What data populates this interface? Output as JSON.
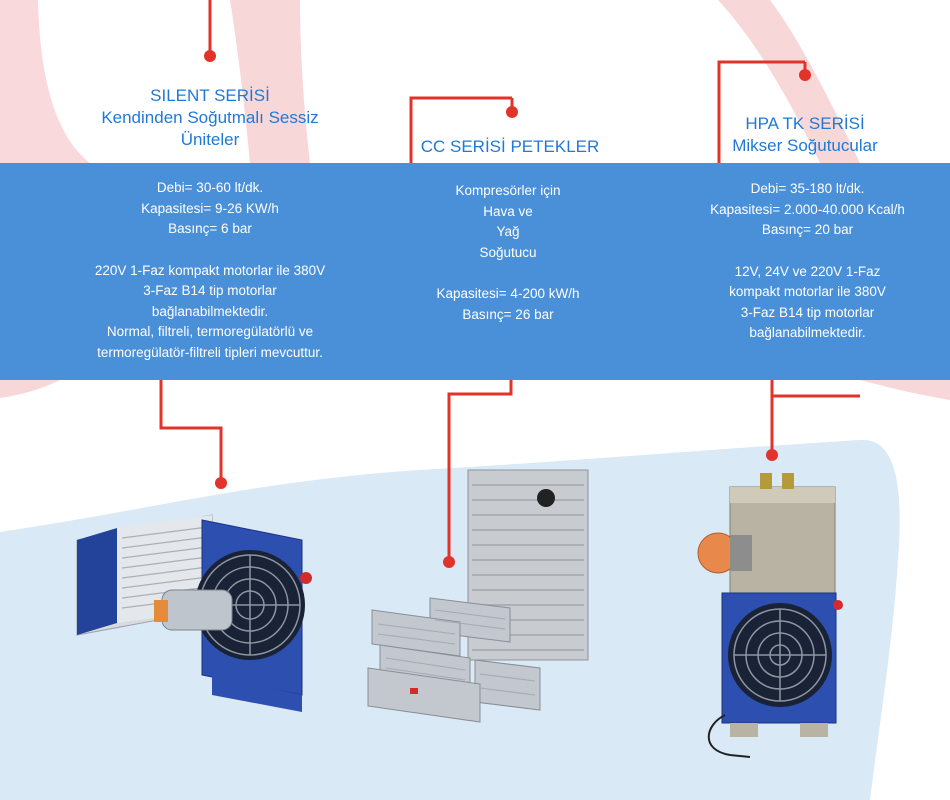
{
  "colors": {
    "band_blue": "#4a90d9",
    "title_blue": "#1f7ad6",
    "connector_red": "#e2332b",
    "pink_swoosh": "#f6c9cc",
    "light_blue_bg": "#d9e9f6"
  },
  "columns": [
    {
      "title_lines": [
        "SILENT SERİSİ",
        "Kendinden Soğutmalı Sessiz",
        "Üniteler"
      ],
      "spec_lines": [
        "Debi= 30-60 lt/dk.",
        "Kapasitesi= 9-26 KW/h",
        "Basınç= 6 bar"
      ],
      "desc_lines": [
        "220V 1-Faz kompakt motorlar ile 380V",
        "3-Faz B14 tip motorlar",
        "bağlanabilmektedir.",
        "Normal, filtreli, termoregülatörlü ve",
        "termoregülatör-filtreli tipleri mevcuttur."
      ],
      "product_icon": "oil-cooler-unit-icon"
    },
    {
      "title_lines": [
        "CC SERİSİ PETEKLER"
      ],
      "spec_lines": [
        "Kompresörler için",
        "Hava ve",
        "Yağ",
        "Soğutucu"
      ],
      "desc_lines": [
        "Kapasitesi= 4-200 kW/h",
        "Basınç= 26 bar"
      ],
      "product_icon": "radiator-cores-icon"
    },
    {
      "title_lines": [
        "HPA TK SERİSİ",
        "Mikser Soğutucular"
      ],
      "spec_lines": [
        "Debi= 35-180 lt/dk.",
        "Kapasitesi= 2.000-40.000 Kcal/h",
        "Basınç= 20 bar"
      ],
      "desc_lines": [
        "12V, 24V ve 220V 1-Faz",
        "kompakt motorlar ile 380V",
        "3-Faz B14 tip motorlar",
        "bağlanabilmektedir."
      ],
      "product_icon": "mixer-cooler-unit-icon"
    }
  ]
}
